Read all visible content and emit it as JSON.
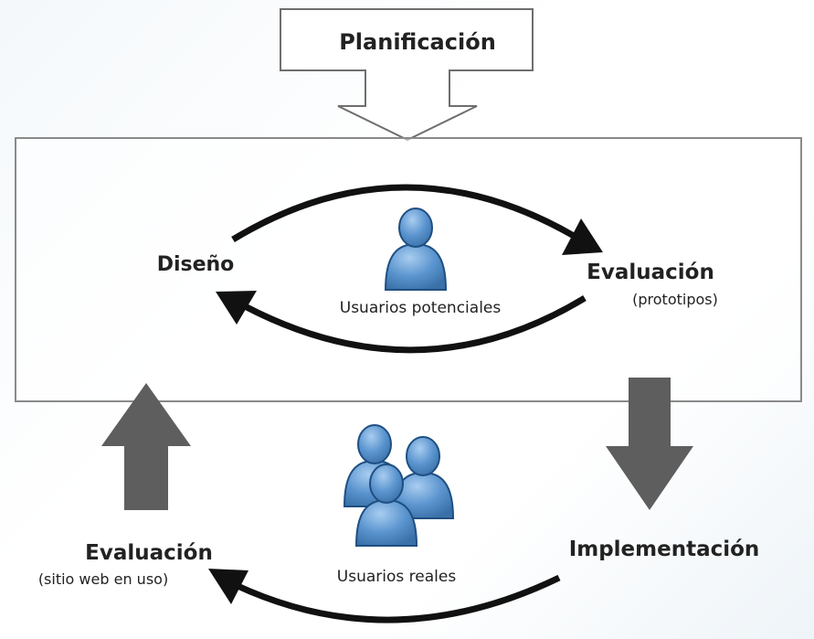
{
  "planning": {
    "label": "Planificación"
  },
  "design_cycle": {
    "design_label": "Diseño",
    "evaluation_label": "Evaluación",
    "evaluation_sublabel": "(prototipos)",
    "users_label": "Usuarios potenciales"
  },
  "production_cycle": {
    "implementation_label": "Implementación",
    "evaluation_label": "Evaluación",
    "evaluation_sublabel": "(sitio web en uso)",
    "users_label": "Usuarios reales"
  },
  "colors": {
    "frame_stroke": "#8a8a8a",
    "curved_arrow": "#111111",
    "block_arrow": "#5e5e5e",
    "user_fill": "#5b95cf",
    "user_stroke": "#1f4f82"
  }
}
